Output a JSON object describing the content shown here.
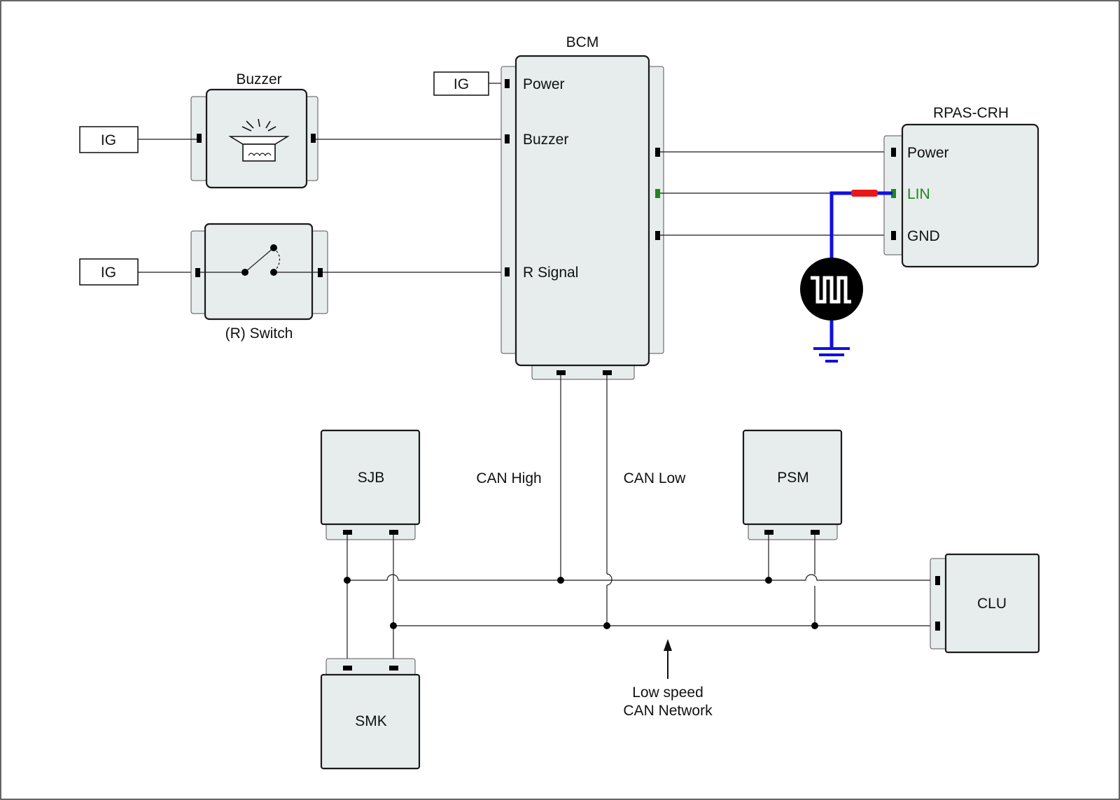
{
  "diagram": {
    "colors": {
      "module_fill": "#e7ecec",
      "lin_bus": "#1010e0",
      "lin_connector": "#e81818",
      "lin_label": "#1a8a1a"
    },
    "bcm": {
      "title": "BCM",
      "pins": {
        "power": "Power",
        "buzzer": "Buzzer",
        "r_signal": "R Signal"
      }
    },
    "ig_labels": {
      "bcm": "IG",
      "buzzer": "IG",
      "switch": "IG"
    },
    "buzzer": {
      "title": "Buzzer",
      "icon": "buzzer-icon"
    },
    "r_switch": {
      "title": "(R) Switch",
      "icon": "switch-icon"
    },
    "rpas": {
      "title": "RPAS-CRH",
      "pins": {
        "power": "Power",
        "lin": "LIN",
        "gnd": "GND"
      }
    },
    "lin_device": {
      "icon": "signal-generator-icon",
      "ground_icon": "ground-icon"
    },
    "can": {
      "high_label": "CAN High",
      "low_label": "CAN Low",
      "network_label_1": "Low speed",
      "network_label_2": "CAN Network"
    },
    "modules": {
      "sjb": "SJB",
      "psm": "PSM",
      "smk": "SMK",
      "clu": "CLU"
    }
  }
}
